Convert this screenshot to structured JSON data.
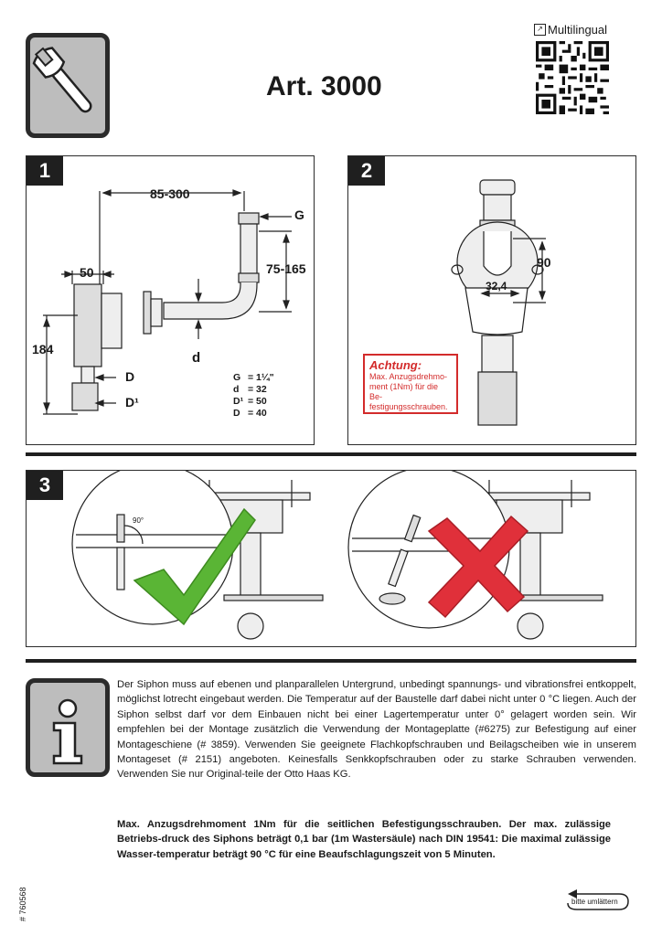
{
  "header": {
    "title": "Art. 3000",
    "multilingual_label": "Multilingual"
  },
  "panel1": {
    "number": "1",
    "dim_width": "85-300",
    "dim_height_upper": "75-165",
    "dim_50": "50",
    "dim_184": "184",
    "label_G": "G",
    "label_d": "d",
    "label_D": "D",
    "label_D1": "D¹",
    "specs": [
      {
        "key": "G",
        "val": "= 1¼\""
      },
      {
        "key": "d",
        "val": "= 32"
      },
      {
        "key": "D¹",
        "val": "= 50"
      },
      {
        "key": "D",
        "val": "= 40"
      }
    ]
  },
  "panel2": {
    "number": "2",
    "dim_90": "90",
    "dim_324": "32,4",
    "warning_title": "Achtung:",
    "warning_lines": [
      "Max. Anzugsdrehmo-",
      "ment (1Nm) für die Be-",
      "festigungsschrauben."
    ]
  },
  "panel3": {
    "number": "3",
    "angle_label": "90°"
  },
  "info": {
    "paragraph": "Der Siphon muss auf ebenen und planparallelen Untergrund, unbedingt spannungs- und vibrationsfrei entkoppelt, möglichst lotrecht eingebaut werden. Die Temperatur auf der Baustelle darf dabei nicht unter 0 °C liegen. Auch der Siphon selbst darf vor dem Einbauen nicht bei einer Lagertemperatur unter 0° gelagert worden sein. Wir empfehlen bei der Montage zusätzlich die Verwendung der Montageplatte (#6275) zur Befestigung auf einer Montageschiene (# 3859). Verwenden Sie geeignete Flachkopfschrauben und Beilagscheiben wie in unserem Montageset (# 2151) angeboten. Keinesfalls Senkkopfschrauben oder zu starke Schrauben verwenden.  Verwenden Sie nur Original-teile der Otto Haas KG.",
    "bold_paragraph": "Max. Anzugsdrehmoment  1Nm für die seitlichen Befestigungsschrauben. Der max. zulässige Betriebs-druck des Siphons beträgt 0,1 bar (1m Wastersäule) nach DIN 19541: Die maximal zulässige Wasser-temperatur beträgt 90 °C für eine Beaufschlagungszeit von 5 Minuten."
  },
  "footer": {
    "doc_number": "# 760568",
    "turn_page": "bitte umlättern"
  }
}
